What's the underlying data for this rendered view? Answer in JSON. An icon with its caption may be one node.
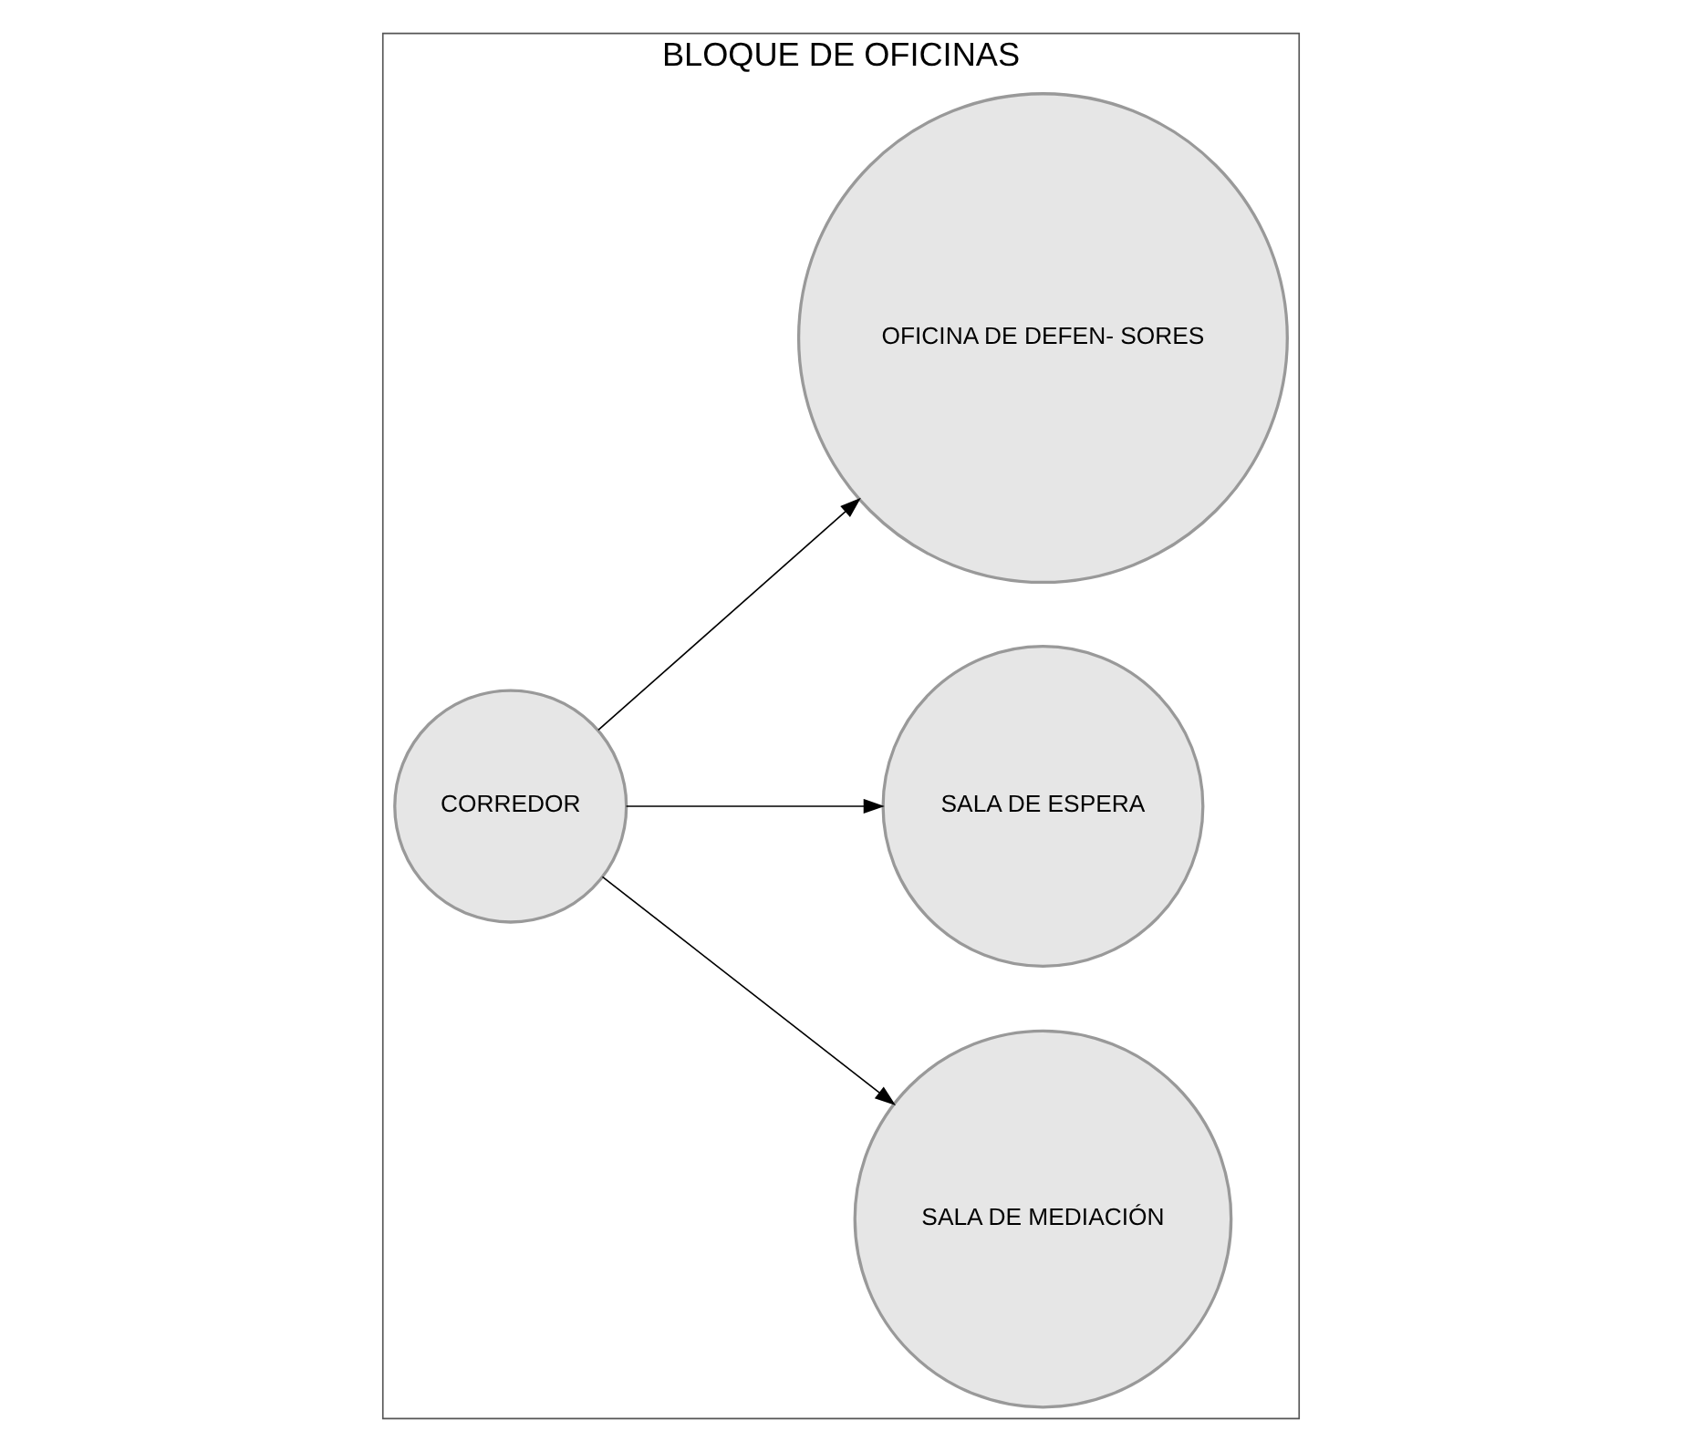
{
  "diagram": {
    "nodes": [
      {
        "text": [
          "BLOQUE DE OFICINAS"
        ]
      },
      {
        "text": [
          "SALA DE MEDIACIÓN"
        ],
        "in": 0
      },
      {
        "text": [
          "SALA DE ESPERA"
        ],
        "in": 0
      },
      {
        "text": [
          "CORREDOR"
        ],
        "in": 0
      },
      {
        "text": [
          "OFICINA DE DEFEN- SORES"
        ],
        "in": 0
      }
    ],
    "edges": [
      {
        "from": 3,
        "to": 1,
        "arrow": "to"
      },
      {
        "from": 3,
        "to": 2,
        "arrow": "to"
      },
      {
        "from": 3,
        "to": 4,
        "arrow": "to"
      }
    ]
  }
}
